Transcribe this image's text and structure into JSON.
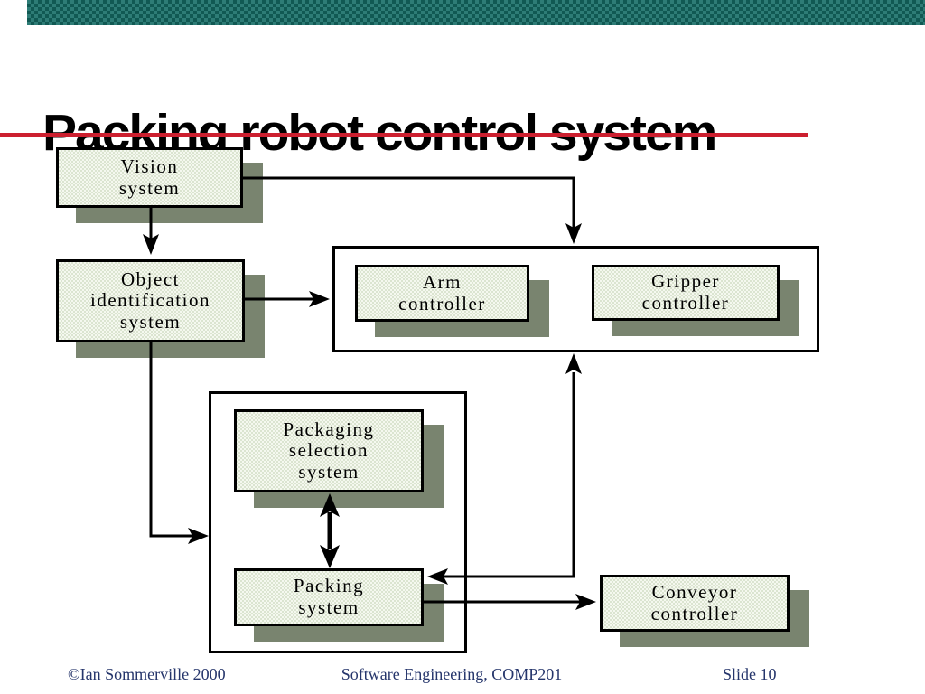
{
  "slide": {
    "title": "Packing robot control system"
  },
  "diagram": {
    "nodes": {
      "vision": {
        "label": "Vision\nsystem"
      },
      "object_identification": {
        "label": "Object\nidentification\nsystem"
      },
      "arm": {
        "label": "Arm\ncontroller"
      },
      "gripper": {
        "label": "Gripper\ncontroller"
      },
      "packaging_selection": {
        "label": "Packaging\nselection\nsystem"
      },
      "packing": {
        "label": "Packing\nsystem"
      },
      "conveyor": {
        "label": "Conveyor\ncontroller"
      }
    },
    "connections": [
      "vision -> object identification system",
      "vision -> robot controller group",
      "object identification system -> robot controller group",
      "object identification system -> packaging subsystem group",
      "packaging selection system <-> packing system",
      "packing system <-> robot controller group",
      "packing system -> conveyor controller"
    ]
  },
  "footer": {
    "copyright": "©Ian Sommerville 2000",
    "course": "Software Engineering, COMP201",
    "slide_number": "Slide 10"
  },
  "colors": {
    "accent-red": "#cc1f2f",
    "node-fill-light": "#f5f8ef",
    "node-fill-check": "#dbe4d0",
    "node-shadow": "#79846f",
    "footer-blue": "#25356b",
    "border-teal-dark": "#115953",
    "border-teal-light": "#2e7c76"
  }
}
